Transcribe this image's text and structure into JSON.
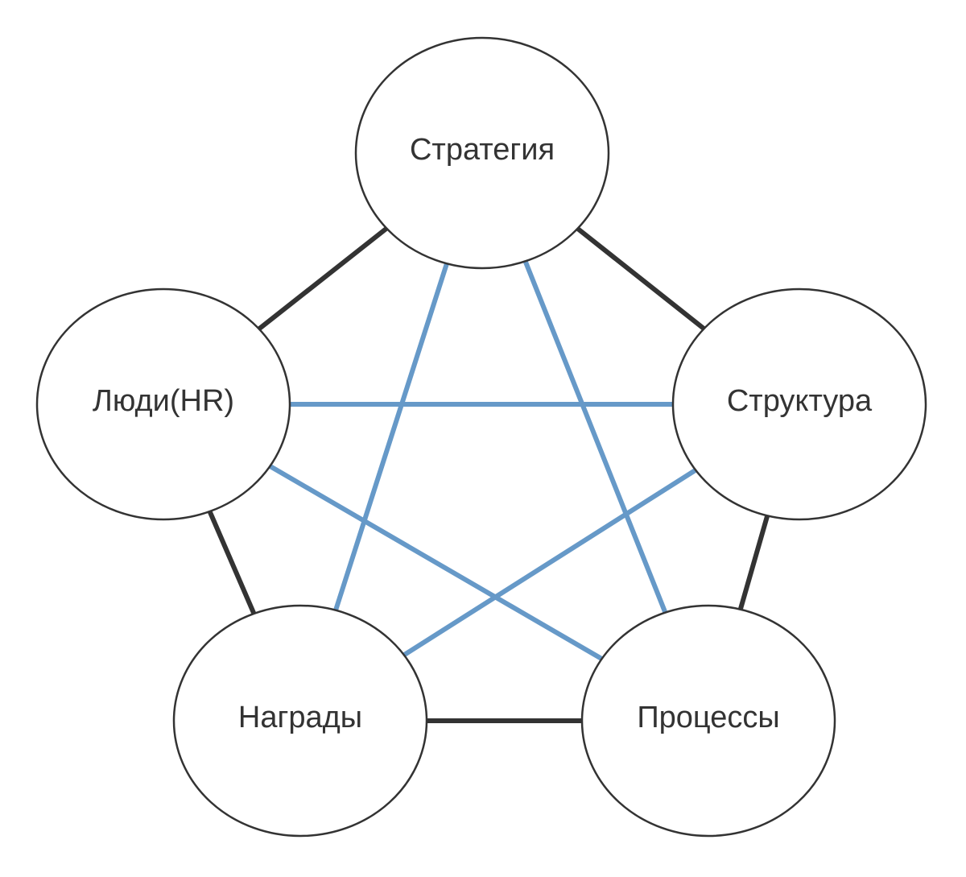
{
  "colors": {
    "background": "#ffffff",
    "node_stroke": "#333333",
    "outer_edge": "#333333",
    "inner_edge": "#6699c8",
    "label": "#333333"
  },
  "nodes": [
    {
      "id": "strategy",
      "label": "Стратегия"
    },
    {
      "id": "structure",
      "label": "Структура"
    },
    {
      "id": "processes",
      "label": "Процессы"
    },
    {
      "id": "rewards",
      "label": "Награды"
    },
    {
      "id": "people",
      "label": "Люди(HR)"
    }
  ],
  "edges": [
    {
      "from": "strategy",
      "to": "structure",
      "kind": "outer"
    },
    {
      "from": "structure",
      "to": "processes",
      "kind": "outer"
    },
    {
      "from": "processes",
      "to": "rewards",
      "kind": "outer"
    },
    {
      "from": "rewards",
      "to": "people",
      "kind": "outer"
    },
    {
      "from": "people",
      "to": "strategy",
      "kind": "outer"
    },
    {
      "from": "strategy",
      "to": "processes",
      "kind": "inner"
    },
    {
      "from": "strategy",
      "to": "rewards",
      "kind": "inner"
    },
    {
      "from": "people",
      "to": "structure",
      "kind": "inner"
    },
    {
      "from": "people",
      "to": "processes",
      "kind": "inner"
    },
    {
      "from": "structure",
      "to": "rewards",
      "kind": "inner"
    }
  ]
}
